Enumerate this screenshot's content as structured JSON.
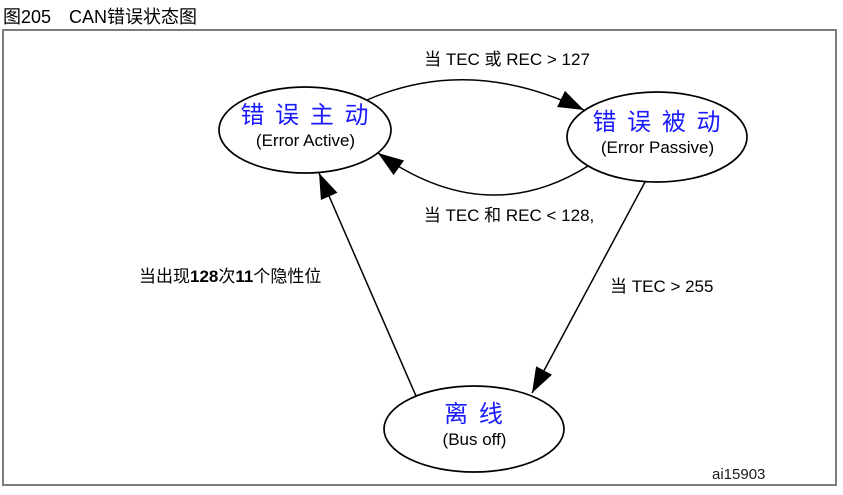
{
  "figure": {
    "number": "图205",
    "title": "CAN错误状态图",
    "watermark": "ai15903"
  },
  "states": {
    "error_active": {
      "zh": "错 误 主 动",
      "en": "(Error Active)"
    },
    "error_passive": {
      "zh": "错 误 被 动",
      "en": "(Error Passive)"
    },
    "bus_off": {
      "zh": "离 线",
      "en": "(Bus off)"
    }
  },
  "transitions": {
    "active_to_passive": {
      "from": "error_active",
      "to": "error_passive",
      "label": "当 TEC 或 REC > 127"
    },
    "passive_to_active": {
      "from": "error_passive",
      "to": "error_active",
      "label": "当 TEC 和 REC < 128,"
    },
    "passive_to_busoff": {
      "from": "error_passive",
      "to": "bus_off",
      "label": "当 TEC > 255"
    },
    "busoff_to_active": {
      "from": "bus_off",
      "to": "error_active",
      "label_parts": {
        "p0": "当出现",
        "p1": "128",
        "p2": "次",
        "p3": "11",
        "p4": "个隐性位"
      }
    }
  },
  "colors": {
    "state_name_blue": "#1a1aff",
    "diagram_line": "#000000",
    "frame_border": "#7c7c7c",
    "text": "#000000"
  }
}
